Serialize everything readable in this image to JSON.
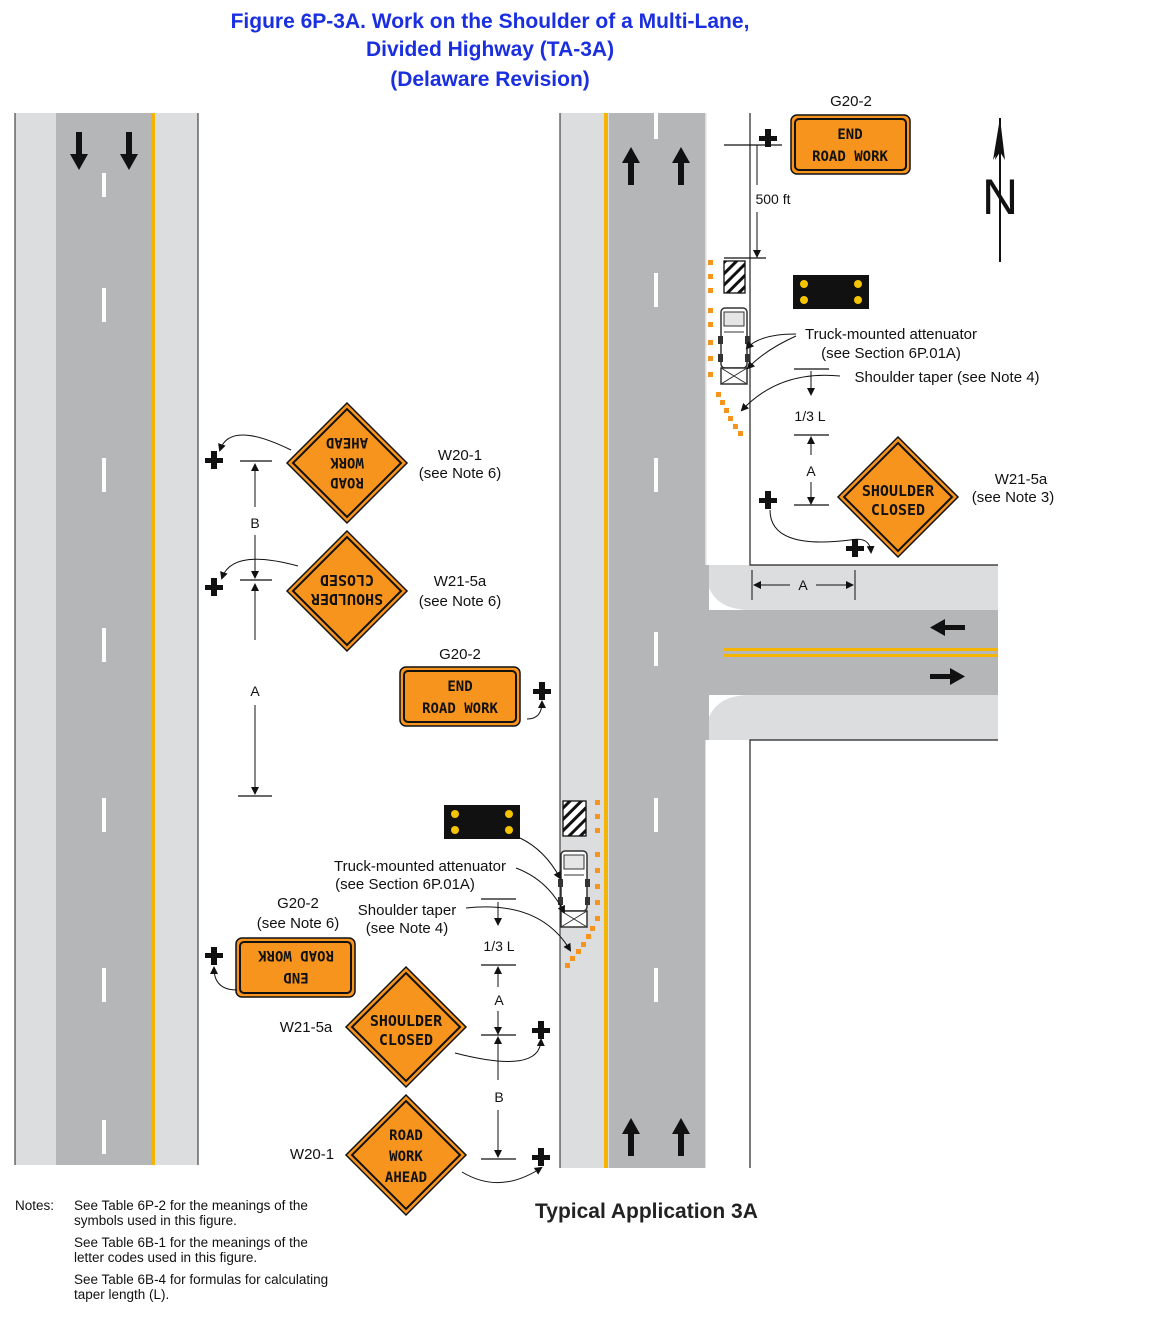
{
  "title": {
    "line1": "Figure 6P-3A.  Work on the Shoulder of a Multi-Lane,",
    "line2": "Divided Highway (TA-3A)",
    "line3": "(Delaware Revision)"
  },
  "application_label": "Typical Application 3A",
  "north_label": "N",
  "signs": {
    "end_road_work": {
      "line1": "END",
      "line2": "ROAD WORK"
    },
    "road_work_ahead": {
      "line1": "ROAD",
      "line2": "WORK",
      "line3": "AHEAD"
    },
    "shoulder_closed": {
      "line1": "SHOULDER",
      "line2": "CLOSED"
    }
  },
  "labels": {
    "g20_2_top": "G20-2",
    "distance_500ft": "500 ft",
    "tma_top_1": "Truck-mounted attenuator",
    "tma_top_2": "(see Section 6P.01A)",
    "taper_top": "Shoulder taper (see Note 4)",
    "third_L_top": "1/3 L",
    "A_top": "A",
    "w21_5a_top_1": "W21-5a",
    "w21_5a_top_2": "(see Note 3)",
    "A_cross": "A",
    "w20_1_left_1": "W20-1",
    "w20_1_left_2": "(see Note 6)",
    "B_left": "B",
    "w21_5a_left_1": "W21-5a",
    "w21_5a_left_2": "(see Note 6)",
    "A_left": "A",
    "g20_2_mid": "G20-2",
    "tma_bot_1": "Truck-mounted attenuator",
    "tma_bot_2": "(see Section 6P.01A)",
    "taper_bot_1": "Shoulder taper",
    "taper_bot_2": "(see Note 4)",
    "g20_2_bot_1": "G20-2",
    "g20_2_bot_2": "(see Note 6)",
    "third_L_bot": "1/3 L",
    "A_bot": "A",
    "w21_5a_bot": "W21-5a",
    "B_bot": "B",
    "w20_1_bot": "W20-1"
  },
  "notes": {
    "heading": "Notes:",
    "items": [
      "See Table 6P-2 for the meanings of the symbols used in this figure.",
      "See Table 6B-1 for the meanings of the letter codes used in this figure.",
      "See Table 6B-4 for formulas for calculating taper length (L)."
    ]
  },
  "colors": {
    "title": "#1a2fe0",
    "road": "#b4b6b8",
    "shoulder": "#dcdddf",
    "sign_orange": "#f7941d",
    "yellow_line": "#f5b400",
    "channelizer": "#f7941d"
  }
}
